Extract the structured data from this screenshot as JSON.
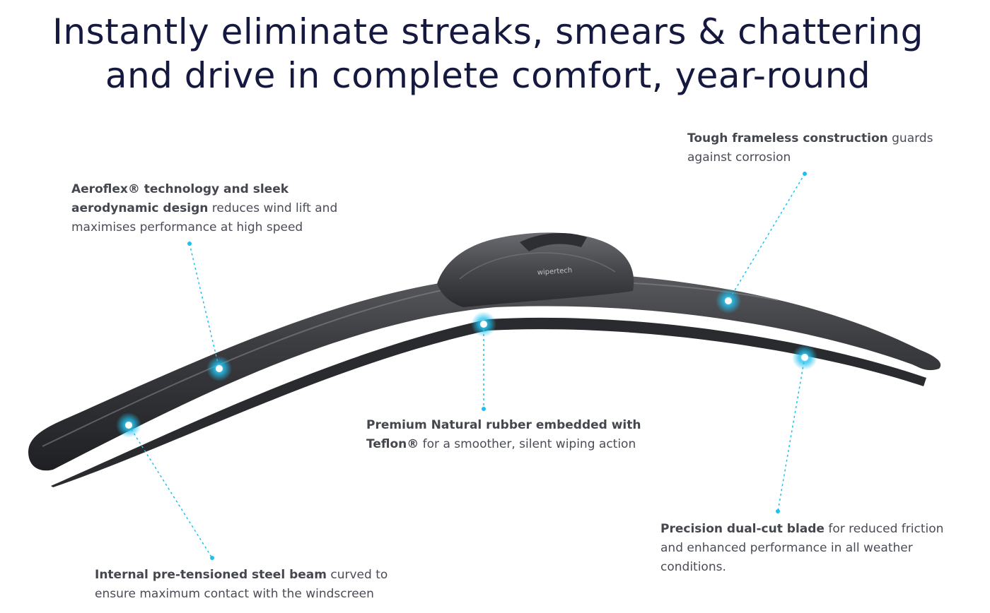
{
  "headline": {
    "line1": "Instantly eliminate streaks, smears & chattering",
    "line2": "and drive in complete comfort, year-round"
  },
  "product": {
    "brand_mark": "wipertech"
  },
  "callouts": {
    "aeroflex": {
      "bold": "Aeroflex® technology and sleek aerodynamic design",
      "text": " reduces wind lift and maximises performance at high speed"
    },
    "tough": {
      "bold": "Tough frameless construction",
      "text": " guards against corrosion"
    },
    "rubber": {
      "bold": "Premium Natural rubber embedded with Teflon®",
      "text": " for a smoother, silent wiping action"
    },
    "precision": {
      "bold": "Precision dual-cut blade",
      "text": " for reduced friction and enhanced performance in all weather conditions."
    },
    "steel": {
      "bold": "Internal pre-tensioned steel beam",
      "text": " curved to ensure maximum contact with the windscreen"
    }
  },
  "colors": {
    "headline": "#16193f",
    "body_text": "#4a4c57",
    "accent": "#1ec0ee",
    "blade": "#3a3b3e"
  }
}
